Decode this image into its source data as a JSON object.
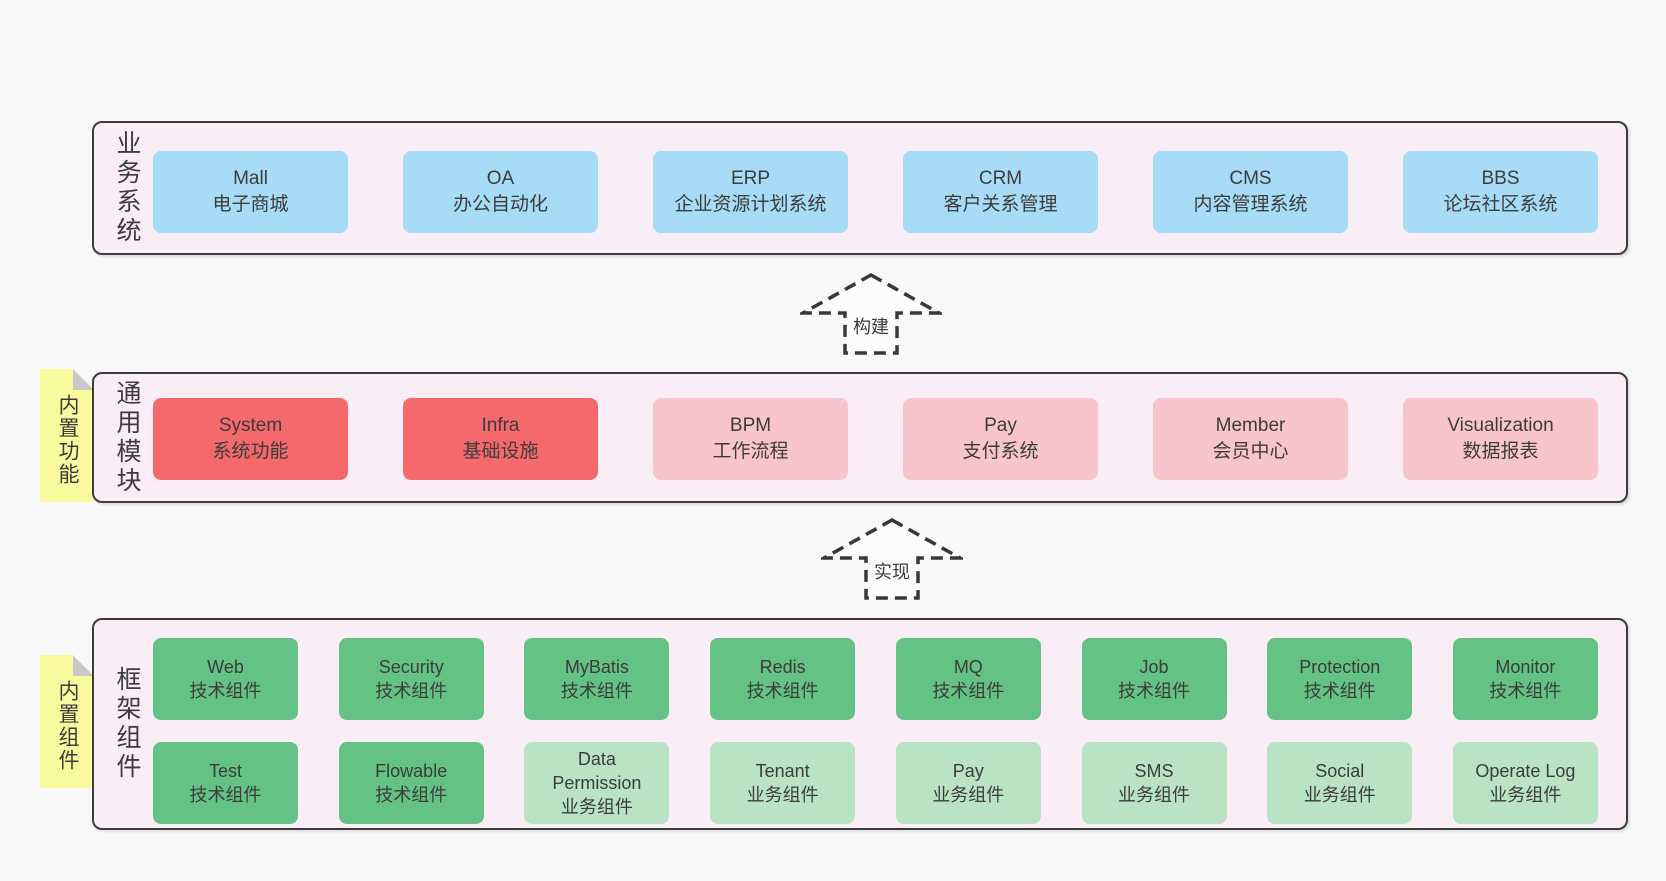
{
  "colors": {
    "page_bg": "#f8f8f8",
    "panel_bg": "#f9edf6",
    "panel_border": "#3d3d3d",
    "box_blue": "#a8dcf6",
    "box_red": "#f5696c",
    "box_pink": "#f9c5cc",
    "box_green": "#63c284",
    "box_green_light": "#bae3c4",
    "note_yellow": "#f9f99e",
    "note_fold": "#c9c9c9",
    "text_dark": "#3c3c3c",
    "arrow_line": "#383838",
    "arrow_fill": "#fcfcfc"
  },
  "sections": {
    "business": {
      "label": "业务系统",
      "boxes": [
        {
          "name": "mall",
          "en": "Mall",
          "zh": "电子商城",
          "variant": "blue"
        },
        {
          "name": "oa",
          "en": "OA",
          "zh": "办公自动化",
          "variant": "blue"
        },
        {
          "name": "erp",
          "en": "ERP",
          "zh": "企业资源计划系统",
          "variant": "blue"
        },
        {
          "name": "crm",
          "en": "CRM",
          "zh": "客户关系管理",
          "variant": "blue"
        },
        {
          "name": "cms",
          "en": "CMS",
          "zh": "内容管理系统",
          "variant": "blue"
        },
        {
          "name": "bbs",
          "en": "BBS",
          "zh": "论坛社区系统",
          "variant": "blue"
        }
      ]
    },
    "modules": {
      "label": "通用模块",
      "note": "内置功能",
      "boxes": [
        {
          "name": "system",
          "en": "System",
          "zh": "系统功能",
          "variant": "red"
        },
        {
          "name": "infra",
          "en": "Infra",
          "zh": "基础设施",
          "variant": "red"
        },
        {
          "name": "bpm",
          "en": "BPM",
          "zh": "工作流程",
          "variant": "pink"
        },
        {
          "name": "pay",
          "en": "Pay",
          "zh": "支付系统",
          "variant": "pink"
        },
        {
          "name": "member",
          "en": "Member",
          "zh": "会员中心",
          "variant": "pink"
        },
        {
          "name": "visualization",
          "en": "Visualization",
          "zh": "数据报表",
          "variant": "pink"
        }
      ]
    },
    "framework": {
      "label": "框架组件",
      "note": "内置组件",
      "row1": [
        {
          "name": "web",
          "en": "Web",
          "zh": "技术组件",
          "variant": "green"
        },
        {
          "name": "security",
          "en": "Security",
          "zh": "技术组件",
          "variant": "green"
        },
        {
          "name": "mybatis",
          "en": "MyBatis",
          "zh": "技术组件",
          "variant": "green"
        },
        {
          "name": "redis",
          "en": "Redis",
          "zh": "技术组件",
          "variant": "green"
        },
        {
          "name": "mq",
          "en": "MQ",
          "zh": "技术组件",
          "variant": "green"
        },
        {
          "name": "job",
          "en": "Job",
          "zh": "技术组件",
          "variant": "green"
        },
        {
          "name": "protection",
          "en": "Protection",
          "zh": "技术组件",
          "variant": "green"
        },
        {
          "name": "monitor",
          "en": "Monitor",
          "zh": "技术组件",
          "variant": "green"
        }
      ],
      "row2": [
        {
          "name": "test",
          "en": "Test",
          "zh": "技术组件",
          "variant": "green"
        },
        {
          "name": "flowable",
          "en": "Flowable",
          "zh": "技术组件",
          "variant": "green"
        },
        {
          "name": "data-permission",
          "en": "Data Permission",
          "zh": "业务组件",
          "variant": "green-light"
        },
        {
          "name": "tenant",
          "en": "Tenant",
          "zh": "业务组件",
          "variant": "green-light"
        },
        {
          "name": "pay-biz",
          "en": "Pay",
          "zh": "业务组件",
          "variant": "green-light"
        },
        {
          "name": "sms",
          "en": "SMS",
          "zh": "业务组件",
          "variant": "green-light"
        },
        {
          "name": "social",
          "en": "Social",
          "zh": "业务组件",
          "variant": "green-light"
        },
        {
          "name": "operate-log",
          "en": "Operate Log",
          "zh": "业务组件",
          "variant": "green-light"
        }
      ]
    }
  },
  "arrows": [
    {
      "name": "build",
      "label": "构建"
    },
    {
      "name": "implement",
      "label": "实现"
    }
  ]
}
